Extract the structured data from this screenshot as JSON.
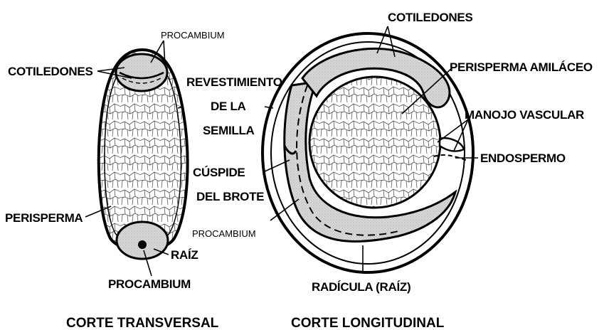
{
  "labels": {
    "procambium_top": "PROCAMBIUM",
    "cotiledones_left": "COTILEDONES",
    "revestimiento_1": "REVESTIMIENTO",
    "revestimiento_2": "DE LA",
    "revestimiento_3": "SEMILLA",
    "cuspide_1": "CÚSPIDE",
    "cuspide_2": "DEL BROTE",
    "perisperma_left": "PERISPERMA",
    "procambium_mid": "PROCAMBIUM",
    "raiz_left": "RAÍZ",
    "procambium_bottom": "PROCAMBIUM",
    "cotiledones_right": "COTILEDONES",
    "perisperma_amilaceo": "PERISPERMA AMILÁCEO",
    "manojo_vascular": "MANOJO VASCULAR",
    "endospermo": "ENDOSPERMO",
    "radicula": "RADÍCULA (RAÍZ)"
  },
  "captions": {
    "left": "CORTE TRANSVERSAL",
    "right": "CORTE LONGITUDINAL"
  }
}
